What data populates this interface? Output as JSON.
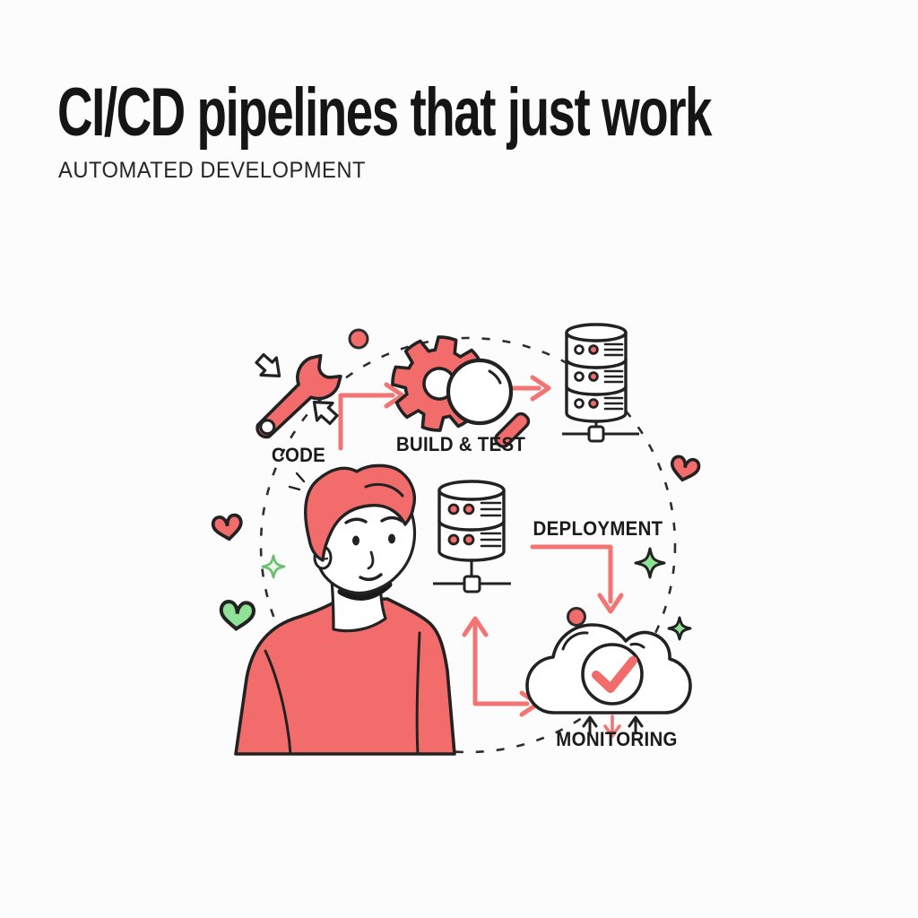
{
  "header": {
    "title": "CI/CD pipelines that just work",
    "subtitle": "AUTOMATED DEVELOPMENT"
  },
  "pipeline": {
    "layout": "circular-dashed-loop",
    "stages": [
      {
        "label": "CODE",
        "icon": "wrench-icon"
      },
      {
        "label": "BUILD & TEST",
        "icon": "gear-magnifier-icon"
      },
      {
        "label": "DEPLOYMENT",
        "icon": "server-stack-2-tier-icon"
      },
      {
        "label": "MONITORING",
        "icon": "cloud-check-icon"
      }
    ],
    "other_icons": [
      "server-stack-3-tier-icon",
      "developer-avatar"
    ],
    "decorations": [
      "coral-dot",
      "coral-heart-left",
      "green-sparkle-left",
      "green-heart-left",
      "coral-heart-right",
      "green-sparkle-mid",
      "green-sparkle-right",
      "coral-dot-mid"
    ]
  },
  "colors": {
    "coral": "#F26C6C",
    "coral_arrow": "#F47474",
    "green": "#8FE295",
    "green_light": "#EAF8EB",
    "outline": "#262626",
    "background": "#FCFCFC",
    "text": "#151515"
  }
}
